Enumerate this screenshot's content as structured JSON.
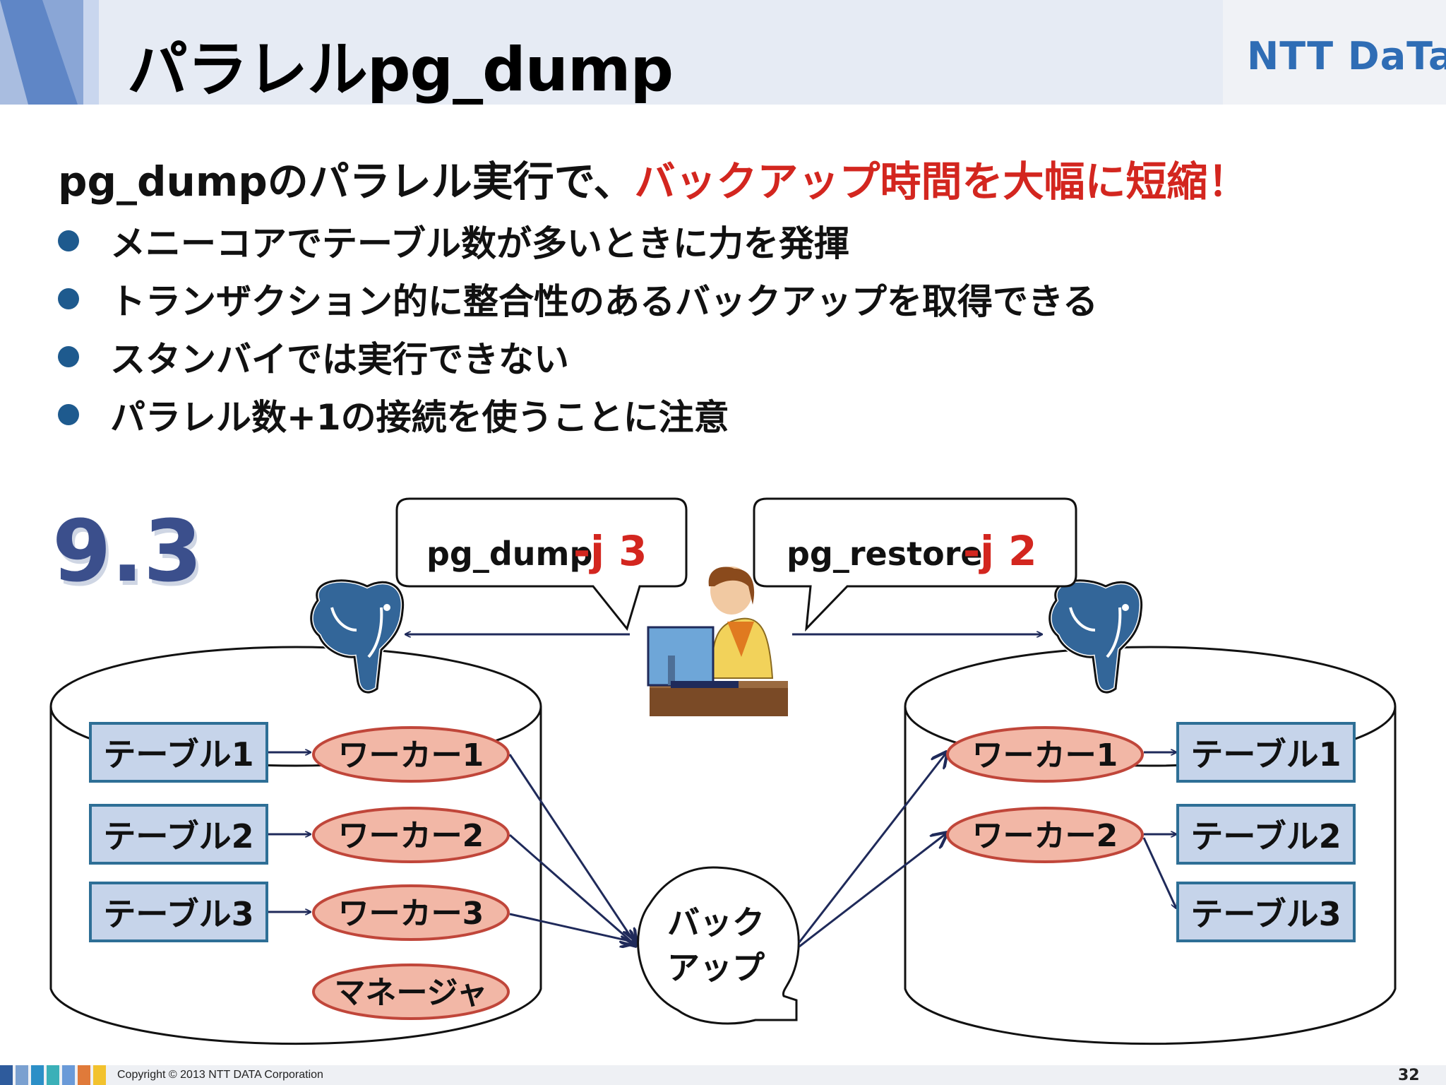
{
  "slide": {
    "title": "パラレルpg_dump",
    "logo": "NTT DaTa",
    "headline_prefix": "pg_dumpのパラレル実行で、",
    "headline_highlight": "バックアップ時間を大幅に短縮！",
    "bullets": [
      "メニーコアでテーブル数が多いときに力を発揮",
      "トランザクション的に整合性のあるバックアップを取得できる",
      "スタンバイでは実行できない",
      "パラレル数+1の接続を使うことに注意"
    ],
    "colors": {
      "highlight": "#d3261f",
      "bullet": "#1e5a8e",
      "table_box": "#c6d4ea",
      "worker_oval": "#f2b7a6",
      "arrow": "#1f2a5a"
    }
  },
  "diagram": {
    "version_badge": "9.3",
    "callout_dump_cmd": "pg_dump",
    "callout_dump_opt": "-j 3",
    "callout_restore_cmd": "pg_restore",
    "callout_restore_opt": "-j 2",
    "backup_line1": "バック",
    "backup_line2": "アップ",
    "left_tables": [
      "テーブル1",
      "テーブル2",
      "テーブル3"
    ],
    "left_workers": [
      "ワーカー1",
      "ワーカー2",
      "ワーカー3"
    ],
    "manager": "マネージャ",
    "right_workers": [
      "ワーカー1",
      "ワーカー2"
    ],
    "right_tables": [
      "テーブル1",
      "テーブル2",
      "テーブル3"
    ],
    "icons": [
      "postgresql-elephant-icon",
      "operator-at-desk-icon"
    ]
  },
  "footer": {
    "copyright": "Copyright © 2013 NTT DATA Corporation",
    "page": "32"
  }
}
